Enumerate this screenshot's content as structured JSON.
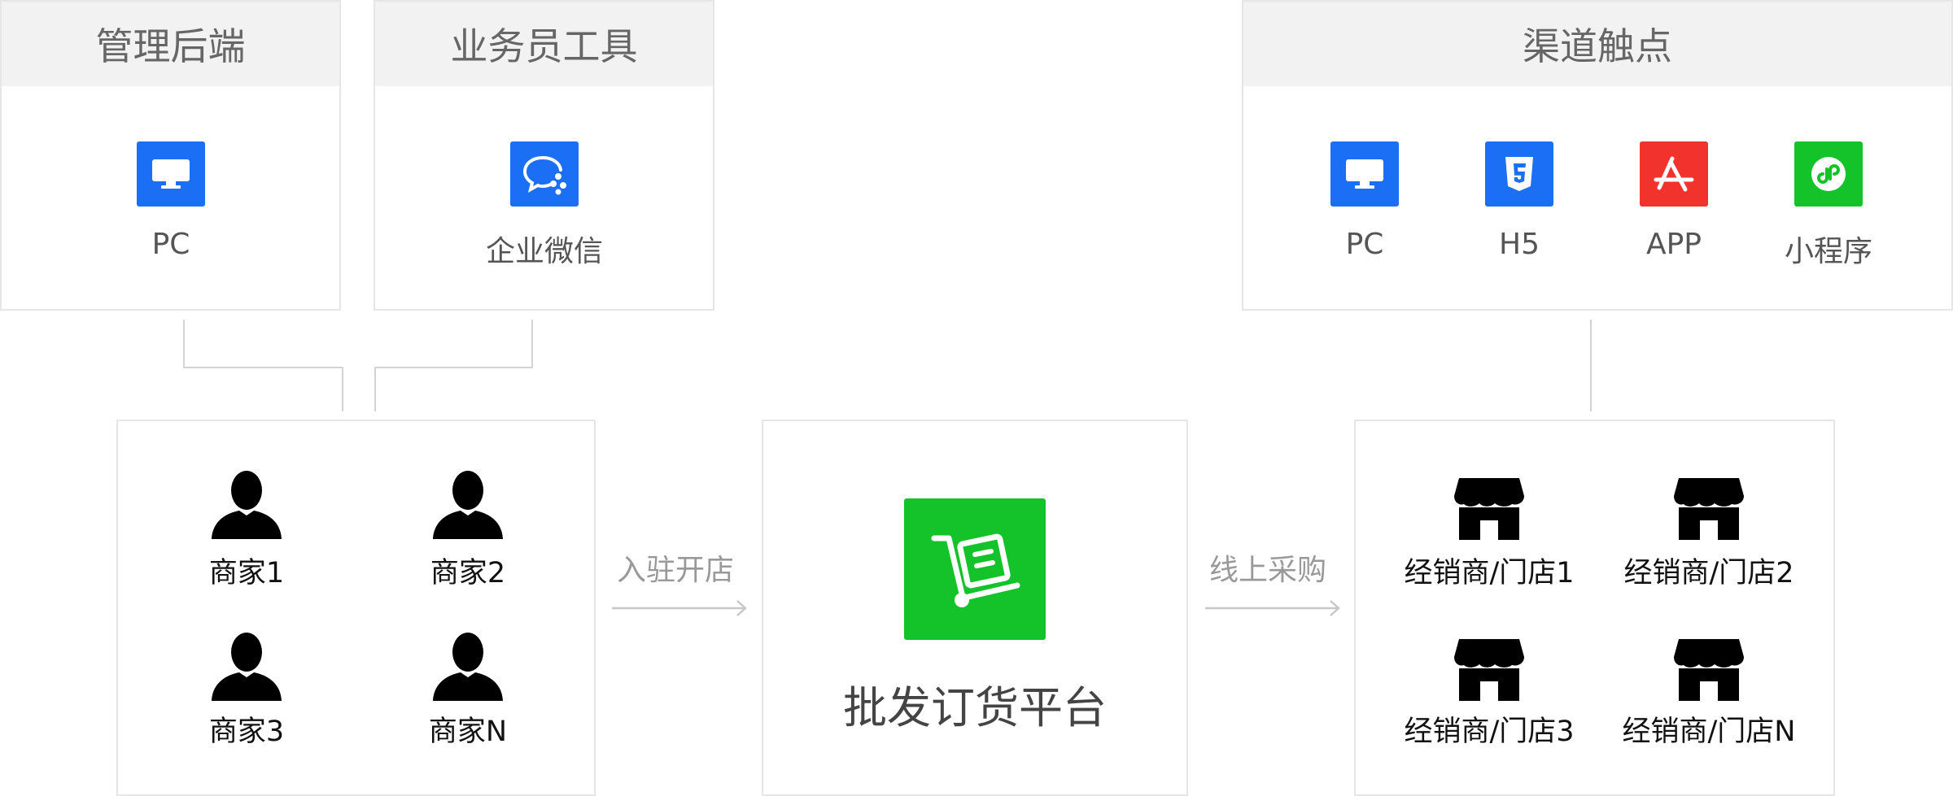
{
  "admin": {
    "title": "管理后端",
    "items": [
      {
        "label": "PC",
        "icon": "monitor-icon"
      }
    ]
  },
  "sales_tools": {
    "title": "业务员工具",
    "items": [
      {
        "label": "企业微信",
        "icon": "wecom-icon"
      }
    ]
  },
  "channels": {
    "title": "渠道触点",
    "items": [
      {
        "label": "PC",
        "icon": "monitor-icon"
      },
      {
        "label": "H5",
        "icon": "html5-icon"
      },
      {
        "label": "APP",
        "icon": "app-store-icon"
      },
      {
        "label": "小程序",
        "icon": "mini-program-icon"
      }
    ]
  },
  "merchants": {
    "items": [
      "商家1",
      "商家2",
      "商家3",
      "商家N"
    ]
  },
  "edge_join": "入驻开店",
  "platform": {
    "title": "批发订货平台",
    "icon": "cart-icon"
  },
  "edge_purchase": "线上采购",
  "stores": {
    "items": [
      "经销商/门店1",
      "经销商/门店2",
      "经销商/门店3",
      "经销商/门店N"
    ]
  },
  "colors": {
    "blue": "#1a6ff5",
    "red": "#f2322d",
    "green": "#14c32a",
    "border": "#e6e6e6",
    "header_bg": "#f2f2f2"
  }
}
